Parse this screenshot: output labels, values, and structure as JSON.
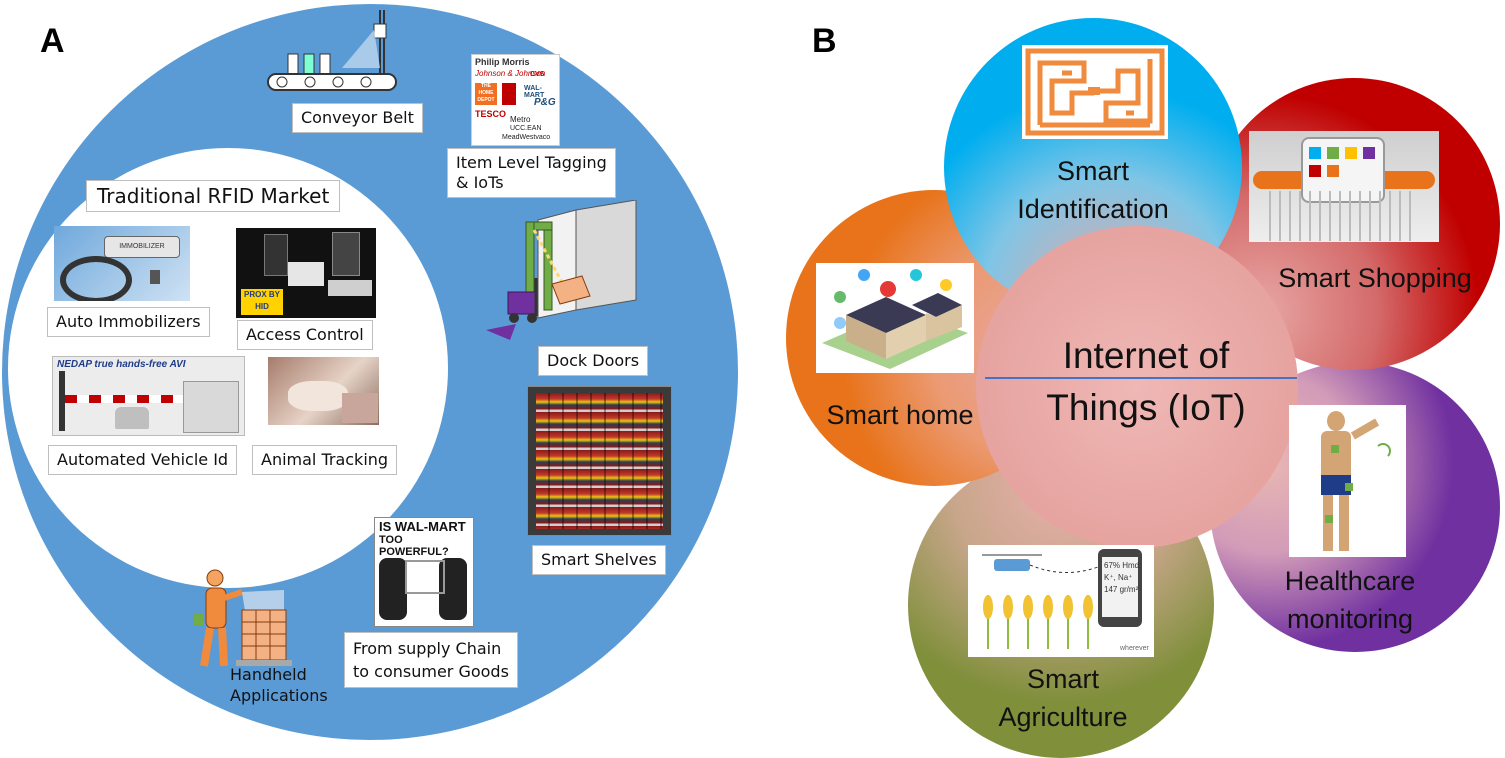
{
  "panel_a": {
    "letter": "A",
    "inner_title": "Traditional RFID Market",
    "inner_items": [
      {
        "label": "Auto Immobilizers"
      },
      {
        "label": "Access Control"
      },
      {
        "label": "Automated Vehicle Id"
      },
      {
        "label": "Animal Tracking"
      }
    ],
    "outer_items": [
      {
        "label": "Conveyor Belt"
      },
      {
        "label": "Item Level Tagging\n& IoTs"
      },
      {
        "label": "Dock Doors"
      },
      {
        "label": "Smart Shelves"
      },
      {
        "label": "From supply Chain\nto consumer Goods"
      },
      {
        "label": "Handheld\nApplications"
      }
    ],
    "photo_text": {
      "immobilizer": "IMMOBILIZER",
      "proxy": "PROX BY",
      "proxy_sub": "HID",
      "nedap": "NEDAP true hands-free AVI",
      "magazine_line1": "IS WAL-MART",
      "magazine_line2": "TOO POWERFUL?",
      "logos": [
        "Philip Morris",
        "Johnson & Johnson",
        "THE HOME DEPOT",
        "WAL-MART",
        "TESCO",
        "CVS",
        "P&G",
        "Metro",
        "UCC.EAN",
        "MeadWestvaco"
      ]
    },
    "colors": {
      "outer": "#5b9bd5",
      "inner": "#ffffff"
    }
  },
  "panel_b": {
    "letter": "B",
    "center_title": "Internet of\nThings (IoT)",
    "petals": [
      {
        "label": "Smart\nIdentification",
        "color": "#00aeef"
      },
      {
        "label": "Smart Shopping",
        "color": "#c00000"
      },
      {
        "label": "Healthcare\nmonitoring",
        "color": "#7030a0"
      },
      {
        "label": "Smart\nAgriculture",
        "color": "#7f8f3a"
      },
      {
        "label": "Smart home",
        "color": "#e8731a"
      }
    ],
    "photo_text": {
      "agri_readings": [
        "67% Hmd.",
        "K⁺, Na⁺",
        "147 gr/m²"
      ],
      "agri_logo": "wherever"
    },
    "colors": {
      "center": "#e7a7a4",
      "divider": "#4472c4"
    }
  }
}
